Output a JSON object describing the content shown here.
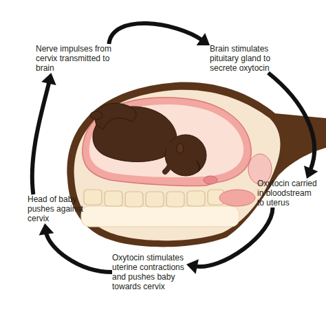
{
  "diagram": {
    "nodes": [
      {
        "text": [
          "Nerve impulses from cervix transmitted to brain"
        ]
      },
      {
        "text": [
          "Brain stimulates pituitary gland to secrete oxytocin"
        ]
      },
      {
        "text": [
          "Oxytocin carried in bloodstream to uterus"
        ]
      },
      {
        "text": [
          "Head of baby pushes against cervix"
        ]
      },
      {
        "text": [
          "Oxytocin stimulates uterine contractions and pushes baby towards cervix"
        ]
      }
    ],
    "edges": [
      {
        "from": 0,
        "to": 1,
        "arrow": "to"
      },
      {
        "from": 1,
        "to": 2,
        "arrow": "to"
      },
      {
        "from": 2,
        "to": 4,
        "arrow": "to"
      },
      {
        "from": 4,
        "to": 3,
        "arrow": "to"
      },
      {
        "from": 3,
        "to": 0,
        "arrow": "to"
      }
    ]
  }
}
